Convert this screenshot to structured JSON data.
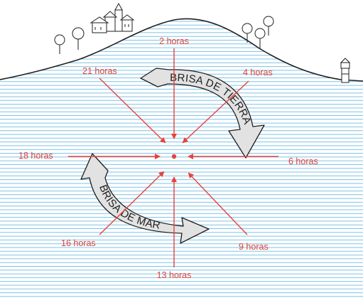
{
  "colors": {
    "sea_lines": "#7fc3e6",
    "arrow_red": "#e8423c",
    "label_red": "#e0433a",
    "ink": "#1f1f1f",
    "big_arrow_fill": "#e2e2e2"
  },
  "hours": {
    "h2": "2 horas",
    "h4": "4 horas",
    "h6": "6 horas",
    "h9": "9 horas",
    "h13": "13 horas",
    "h16": "16 horas",
    "h18": "18 horas",
    "h21": "21 horas"
  },
  "breezes": {
    "land": "BRISA DE TIERRA",
    "sea": "BRISA DE MAR"
  },
  "icons": [
    "village-icon",
    "tree-icon",
    "lighthouse-icon"
  ]
}
